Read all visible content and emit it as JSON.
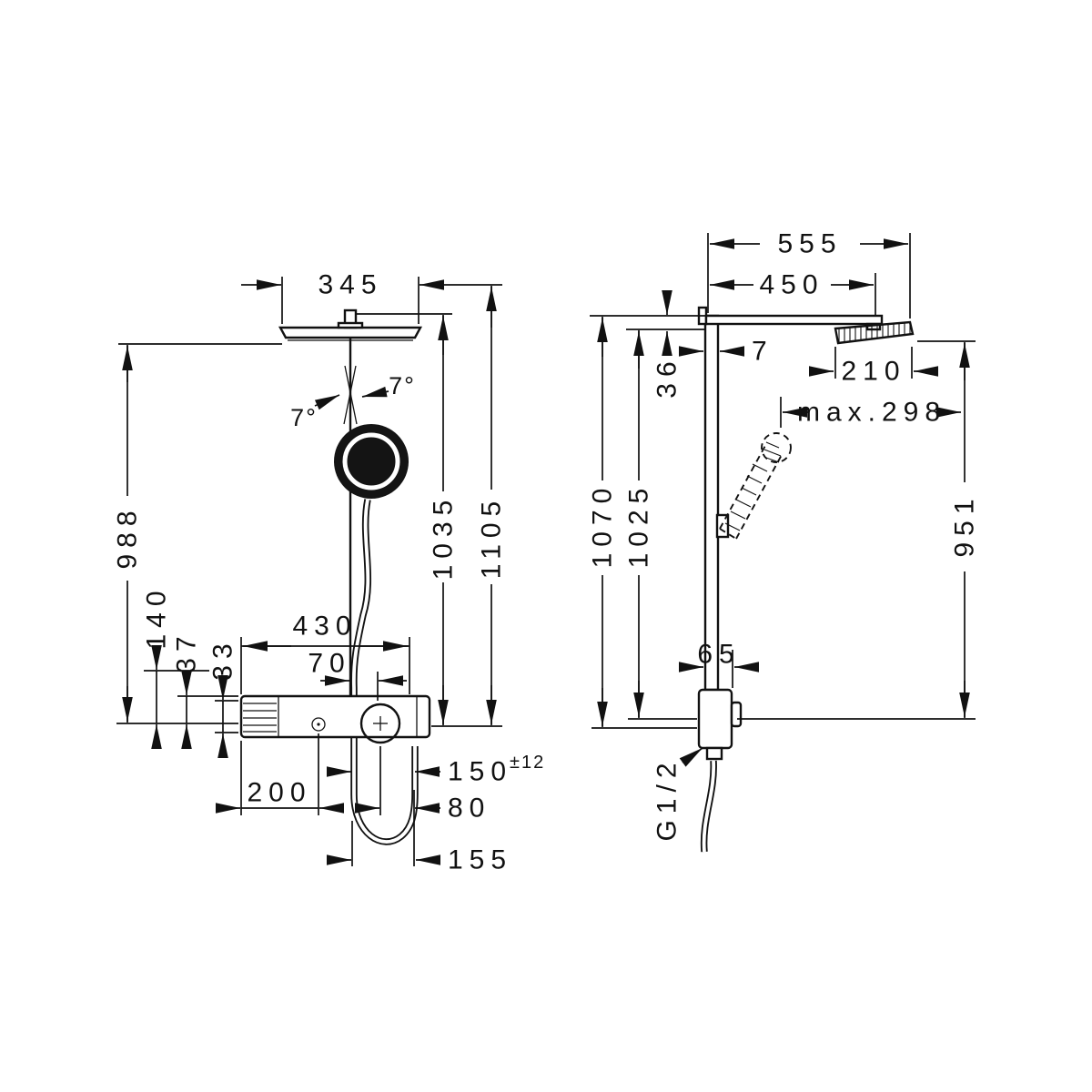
{
  "front": {
    "d345": "345",
    "angle_l": "7°",
    "angle_r": "7°",
    "d988": "988",
    "d140": "140",
    "d37": "37",
    "d33": "33",
    "d430": "430",
    "d70": "70",
    "d1035": "1035",
    "d1105": "1105",
    "d150": "150",
    "d150_tol": "±12",
    "d200": "200",
    "d80": "80",
    "d155": "155"
  },
  "side": {
    "d555": "555",
    "d450": "450",
    "d7": "7",
    "d36": "36",
    "d210": "210",
    "dmax298": "max.298",
    "d1070": "1070",
    "d1025": "1025",
    "d951": "951",
    "d65": "65",
    "thread": "G1/2"
  }
}
